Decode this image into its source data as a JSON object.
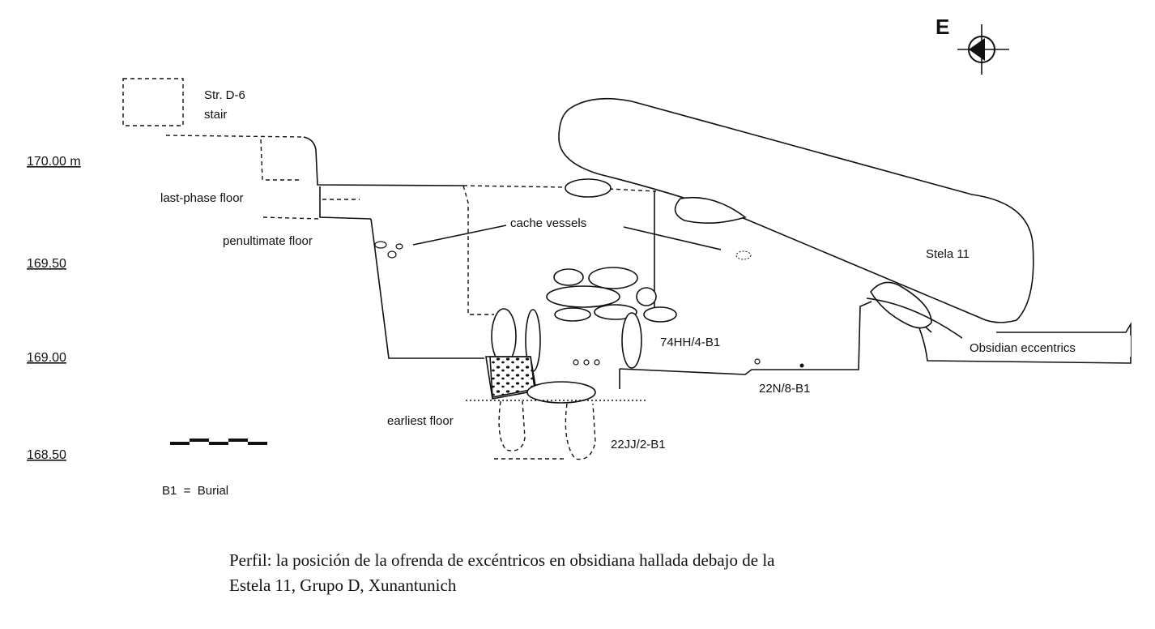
{
  "north_arrow": {
    "letter": "E"
  },
  "elevations": [
    "170.00 m",
    "169.50",
    "169.00",
    "168.50"
  ],
  "labels": {
    "stair": [
      "Str. D-6",
      "stair"
    ],
    "last_phase_floor": "last-phase floor",
    "penultimate_floor": "penultimate floor",
    "cache_vessels": "cache vessels",
    "stela": "Stela 11",
    "obsidian": "Obsidian eccentrics",
    "burial_74": "74HH/4-B1",
    "burial_22n": "22N/8-B1",
    "earliest_floor": "earliest floor",
    "burial_22jj": "22JJ/2-B1"
  },
  "legend": {
    "text": "B1  =  Burial"
  },
  "caption": [
    "Perfil: la posición de la ofrenda de excéntricos en obsidiana hallada debajo de la",
    "Estela 11, Grupo D, Xunantunich"
  ]
}
